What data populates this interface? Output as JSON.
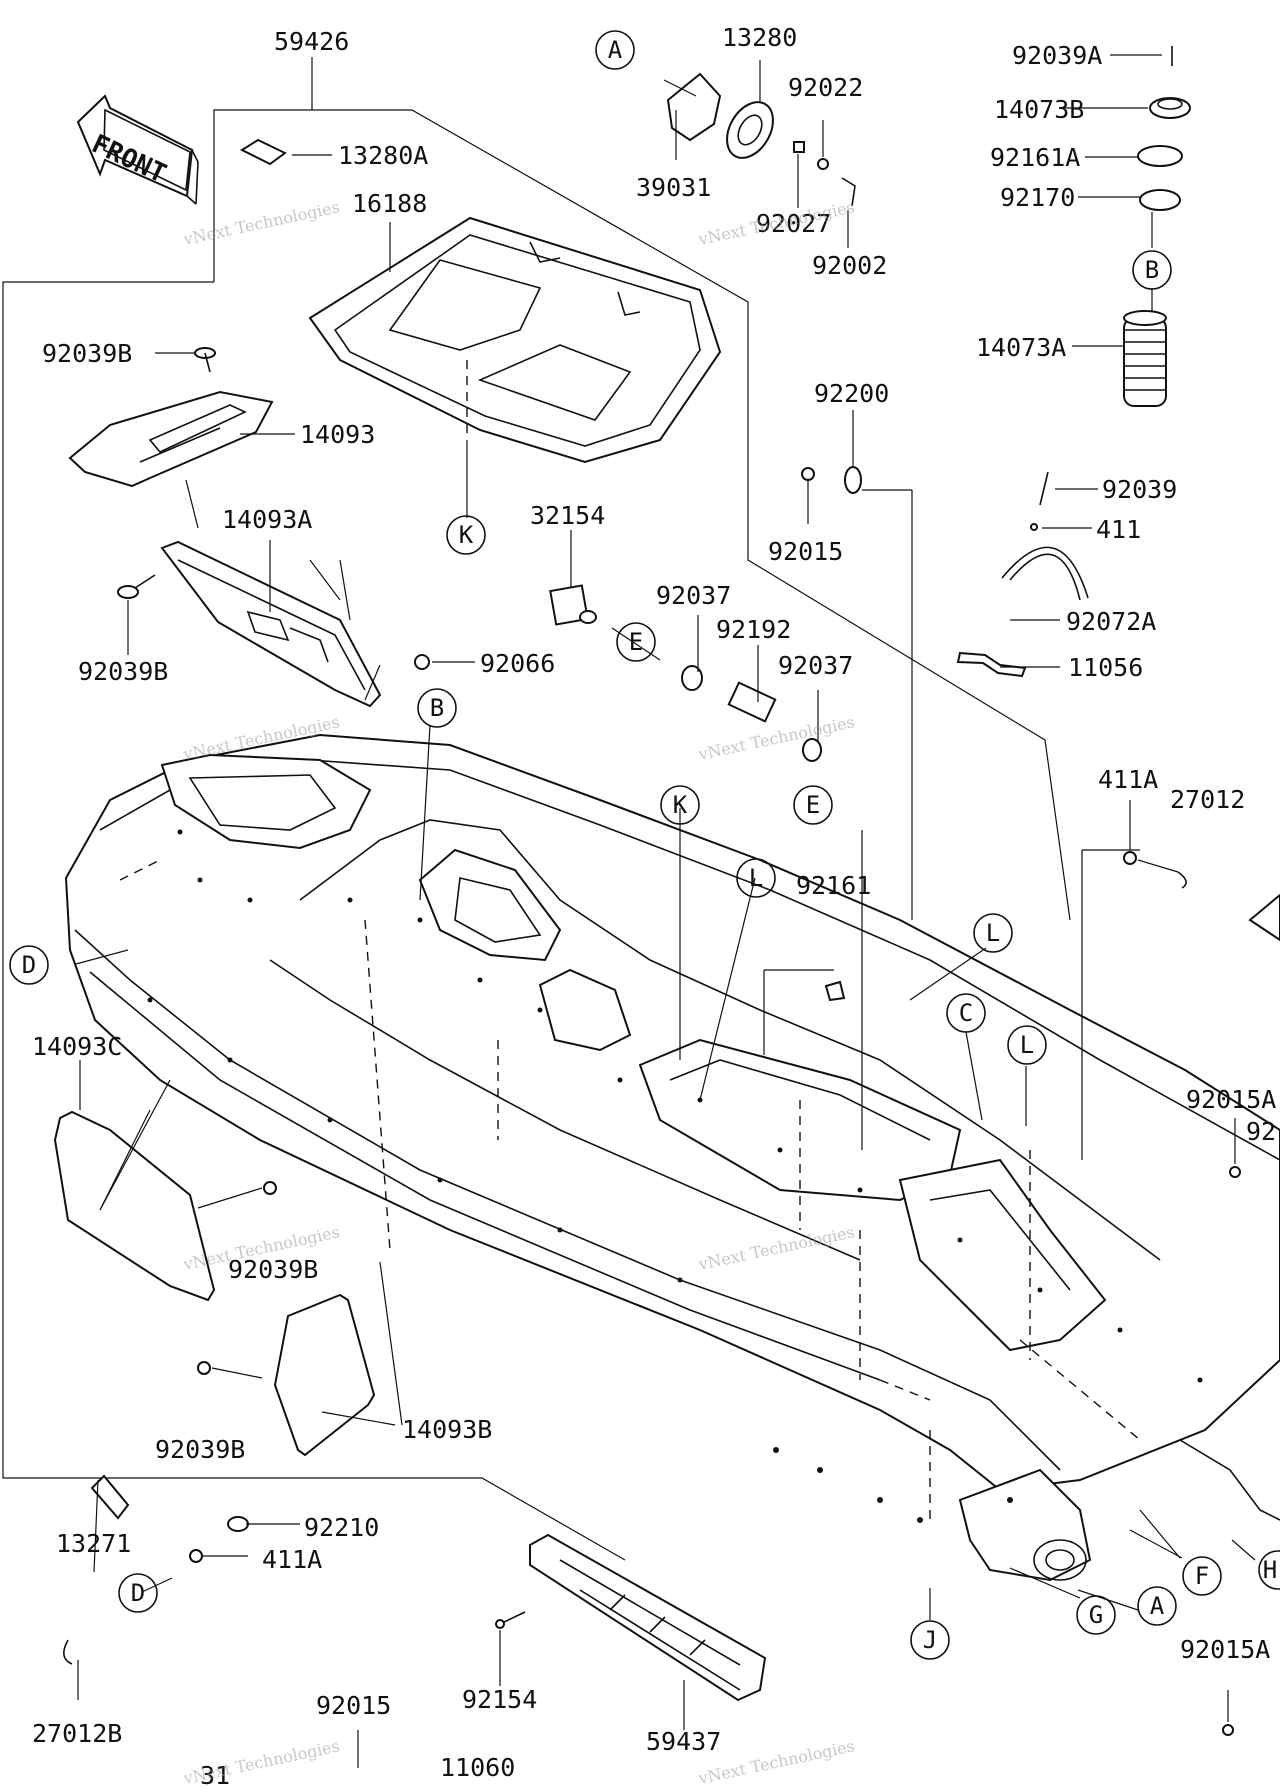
{
  "front_badge": "FRONT",
  "watermark": "vNext Technologies",
  "part_numbers": {
    "p59426": "59426",
    "p13280A": "13280A",
    "p16188": "16188",
    "p92039B_a": "92039B",
    "p14093": "14093",
    "p14093A": "14093A",
    "p92039B_b": "92039B",
    "p14093C": "14093C",
    "p92039B_c": "92039B",
    "p92039B_d": "92039B",
    "p14093B": "14093B",
    "p13271": "13271",
    "p27012B": "27012B",
    "p92210": "92210",
    "p411A_a": "411A",
    "p92015_a": "92015",
    "p11060": "11060",
    "p92154": "92154",
    "p59437": "59437",
    "p31x": "31",
    "p13280": "13280",
    "p92022": "92022",
    "p39031": "39031",
    "p92027": "92027",
    "p92002": "92002",
    "p32154": "32154",
    "p92037_a": "92037",
    "p92192": "92192",
    "p92037_b": "92037",
    "p92066": "92066",
    "p92200": "92200",
    "p92015_b": "92015",
    "p92161": "92161",
    "p92039A": "92039A",
    "p14073B": "14073B",
    "p92161A": "92161A",
    "p92170": "92170",
    "p14073A": "14073A",
    "p92039": "92039",
    "p411": "411",
    "p92072A": "92072A",
    "p11056": "11056",
    "p411A_b": "411A",
    "p27012": "27012",
    "p92015A_a": "92015A",
    "p92015A_b": "92015A",
    "p92_cut": "92"
  },
  "callouts": {
    "A_top": "A",
    "A_bottom": "A",
    "B_top": "B",
    "B_mid": "B",
    "C": "C",
    "D_left": "D",
    "D_bottom": "D",
    "E_a": "E",
    "E_b": "E",
    "F": "F",
    "G": "G",
    "H": "H",
    "J": "J",
    "K_top": "K",
    "K_mid": "K",
    "L_a": "L",
    "L_b": "L",
    "L_c": "L"
  }
}
